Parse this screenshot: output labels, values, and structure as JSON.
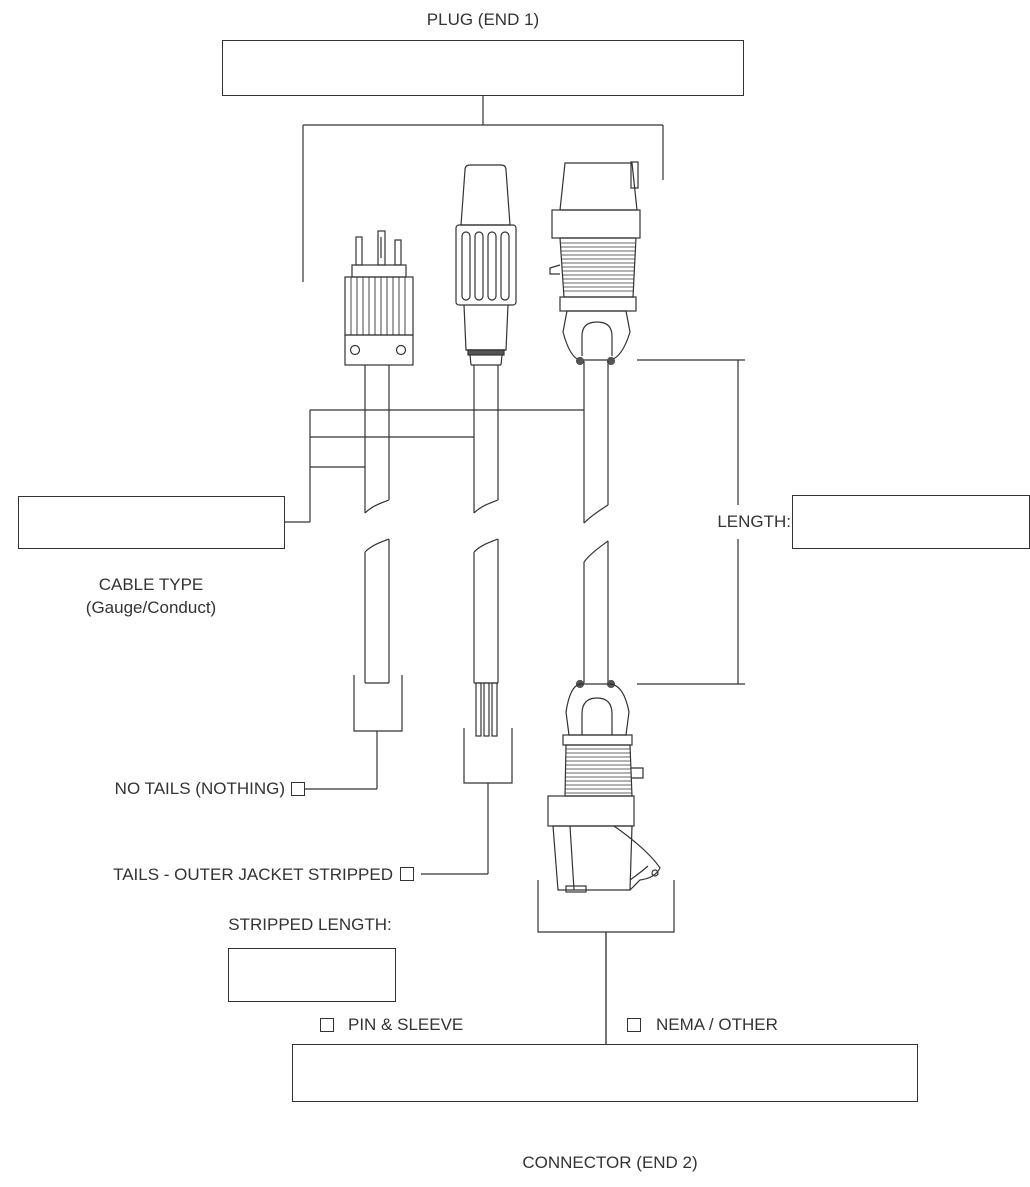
{
  "plug": {
    "title": "PLUG (END 1)",
    "value": ""
  },
  "length": {
    "label": "LENGTH:",
    "value": ""
  },
  "cable_type": {
    "title": "CABLE TYPE",
    "subtitle": "(Gauge/Conduct)",
    "value": ""
  },
  "tails": {
    "no_tails_label": "NO TAILS (NOTHING)",
    "stripped_label": "TAILS - OUTER JACKET STRIPPED",
    "stripped_length_label": "STRIPPED LENGTH:",
    "stripped_length_value": ""
  },
  "connector": {
    "title": "CONNECTOR (END 2)",
    "value": "",
    "option_pin_sleeve": "PIN & SLEEVE",
    "option_nema_other": "NEMA / OTHER"
  },
  "colors": {
    "line": "#333333",
    "background": "#ffffff"
  },
  "icons": [
    "nema-plug-icon",
    "round-connector-icon",
    "pin-and-sleeve-plug-icon",
    "pin-and-sleeve-connector-icon"
  ]
}
